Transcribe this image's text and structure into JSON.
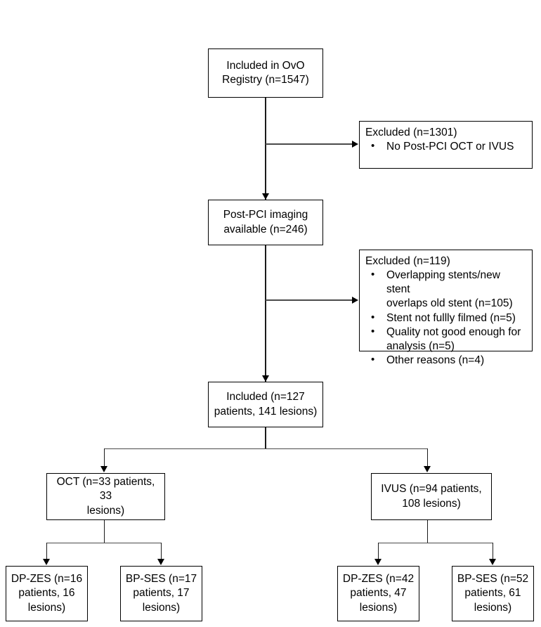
{
  "diagram": {
    "type": "flowchart",
    "title": "Patient and lesion selection flow",
    "nodes": {
      "included_registry": {
        "label": "Included in OvO\nRegistry (n=1547)"
      },
      "excluded_1": {
        "heading": "Excluded (n=1301)",
        "items": [
          "No Post-PCI OCT or IVUS"
        ]
      },
      "imaging_available": {
        "label": "Post-PCI imaging\navailable (n=246)"
      },
      "excluded_2": {
        "heading": "Excluded (n=119)",
        "items": [
          "Overlapping stents/new stent\noverlaps old stent (n=105)",
          "Stent not fullly filmed (n=5)",
          "Quality not good enough for\nanalysis (n=5)",
          "Other reasons (n=4)"
        ]
      },
      "included_final": {
        "label": "Included (n=127\npatients, 141 lesions)"
      },
      "oct": {
        "label": "OCT (n=33 patients, 33\nlesions)"
      },
      "ivus": {
        "label": "IVUS (n=94 patients,\n108 lesions)"
      },
      "oct_dp_zes": {
        "label": "DP-ZES (n=16\npatients, 16\nlesions)"
      },
      "oct_bp_ses": {
        "label": "BP-SES (n=17\npatients, 17\nlesions)"
      },
      "ivus_dp_zes": {
        "label": "DP-ZES (n=42\npatients, 47\nlesions)"
      },
      "ivus_bp_ses": {
        "label": "BP-SES (n=52\npatients, 61\nlesions)"
      }
    },
    "colors": {
      "border": "#000000",
      "connector": "#1a1a1a",
      "background": "#ffffff",
      "text": "#000000"
    }
  }
}
